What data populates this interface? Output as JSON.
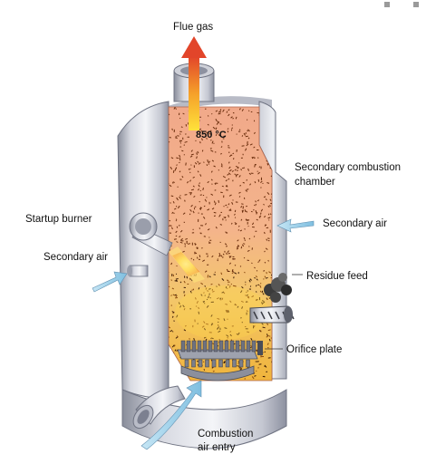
{
  "labels": {
    "flue_gas": "Flue gas",
    "temperature": "850 °C",
    "secondary_combustion_line1": "Secondary combustion",
    "secondary_combustion_line2": "chamber",
    "startup_burner": "Startup burner",
    "secondary_air_right": "Secondary air",
    "secondary_air_left": "Secondary air",
    "residue_feed": "Residue feed",
    "orifice_plate": "Orifice plate",
    "combustion_air_line1": "Combustion",
    "combustion_air_line2": "air entry"
  },
  "colors": {
    "steel_light": "#eeeff3",
    "steel_mid": "#b9bcc7",
    "steel_dark": "#7c8090",
    "refractory": "#f2b08d",
    "flame_hot": "#ffd23a",
    "flame_orange": "#ef7a1e",
    "particle": "#6a2d0c",
    "air_arrow": "#9fd0ea",
    "flue_arrow": "#e2542a"
  },
  "icons": {
    "flue_arrow": "flue-gas-arrow-icon",
    "air_arrow": "air-inlet-arrow-icon",
    "smoke": "smoke-puff-icon",
    "burner": "startup-burner-icon"
  }
}
